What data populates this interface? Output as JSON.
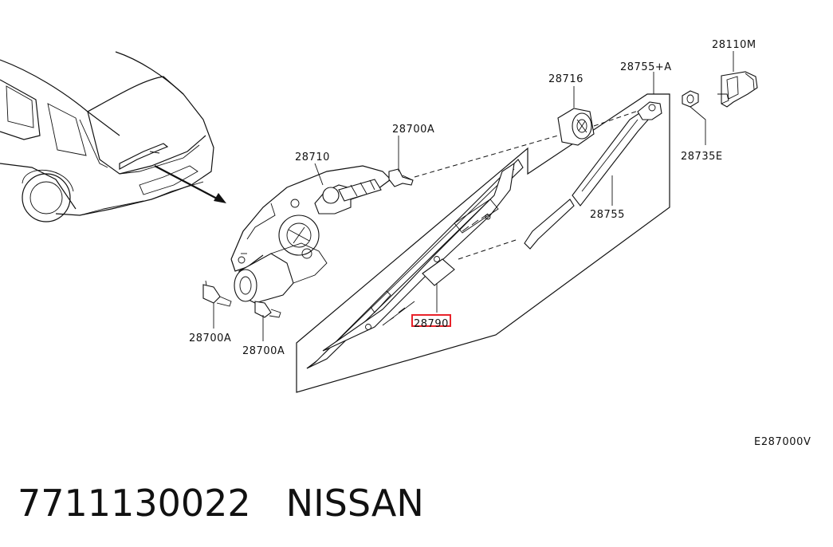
{
  "labels": {
    "p28110M": "28110M",
    "p28755A": "28755+A",
    "p28716": "28716",
    "p28735E": "28735E",
    "p28755": "28755",
    "p28710": "28710",
    "p28700A_top": "28700A",
    "p28700A_left": "28700A",
    "p28700A_bottom": "28700A",
    "p28790": "28790",
    "diagram_code": "E287000V"
  },
  "highlight_color": "#e8222a",
  "caption": {
    "part_number": "7711130022",
    "brand": "NISSAN"
  }
}
